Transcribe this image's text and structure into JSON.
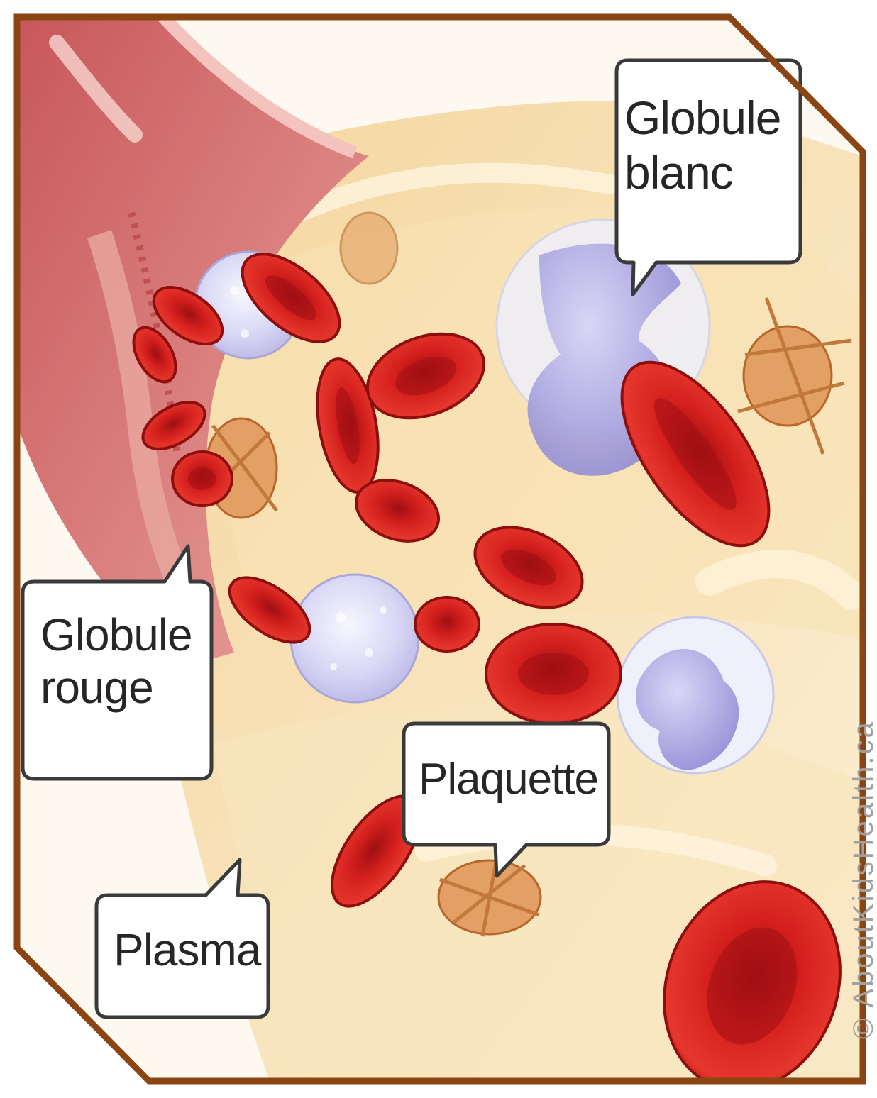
{
  "labels": {
    "white_cell": {
      "line1": "Globule",
      "line2": "blanc"
    },
    "red_cell": {
      "line1": "Globule",
      "line2": "rouge"
    },
    "platelet": "Plaquette",
    "plasma": "Plasma"
  },
  "watermark": "© AboutKidsHealth.ca",
  "colors": {
    "frame_border": "#8b4513",
    "red_cell": "#cc1a1a",
    "red_cell_dark": "#8e0d0d",
    "white_cell": "#b9b6e6",
    "vessel_wall": "#d9787a",
    "plasma": "#f6dfa8",
    "platelet": "#d98a4a",
    "callout_border": "#3a3a3a"
  },
  "icons": [
    "red-blood-cell-icon",
    "white-blood-cell-icon",
    "platelet-icon",
    "blood-vessel-icon"
  ]
}
